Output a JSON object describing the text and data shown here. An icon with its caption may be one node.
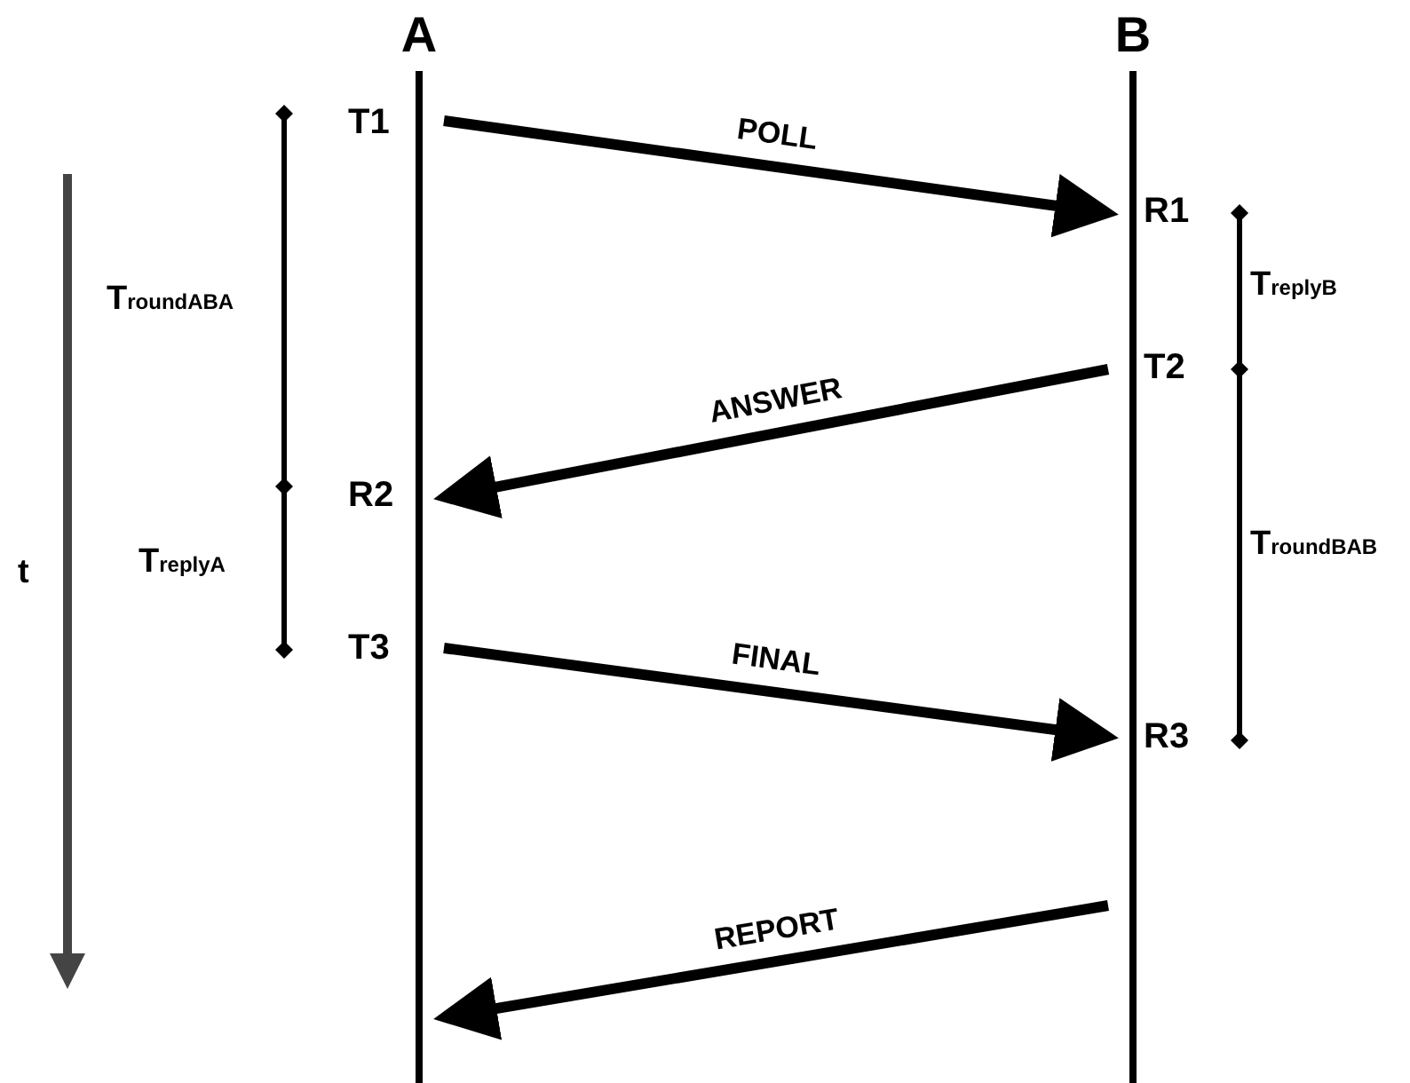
{
  "diagram": {
    "nodes": [
      {
        "text": [
          "A"
        ]
      },
      {
        "text": [
          "B"
        ]
      }
    ],
    "edges": [
      {
        "from": 0,
        "to": 1,
        "arrow": "to",
        "label": "POLL"
      },
      {
        "from": 1,
        "to": 0,
        "arrow": "to",
        "label": "ANSWER"
      },
      {
        "from": 0,
        "to": 1,
        "arrow": "to",
        "label": "FINAL"
      },
      {
        "from": 1,
        "to": 0,
        "arrow": "to",
        "label": "REPORT"
      }
    ],
    "labels": [
      "T1",
      "R1",
      "T2",
      "R2",
      "T3",
      "R3",
      "T$_{roundABA}$",
      "T$_{replyA}$",
      "T$_{replyB}$",
      "T$_{roundBAB}$",
      "t"
    ]
  }
}
